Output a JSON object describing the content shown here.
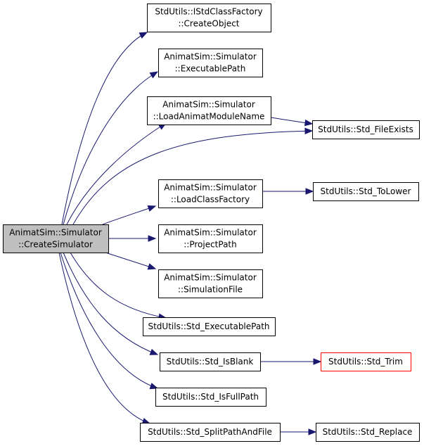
{
  "graph": {
    "edge_color": "#191970",
    "nodes": {
      "root": {
        "lines": [
          "AnimatSim::Simulator",
          "::CreateSimulator"
        ],
        "fill": "#bfbfbf",
        "border": "#000000"
      },
      "createobject": {
        "lines": [
          "StdUtils::IStdClassFactory",
          "::CreateObject"
        ],
        "fill": "#ffffff",
        "border": "#000000"
      },
      "executablepath": {
        "lines": [
          "AnimatSim::Simulator",
          "::ExecutablePath"
        ],
        "fill": "#ffffff",
        "border": "#000000"
      },
      "loadanimatmodulename": {
        "lines": [
          "AnimatSim::Simulator",
          "::LoadAnimatModuleName"
        ],
        "fill": "#ffffff",
        "border": "#000000"
      },
      "fileexists": {
        "lines": [
          "StdUtils::Std_FileExists"
        ],
        "fill": "#ffffff",
        "border": "#000000"
      },
      "loadclassfactory": {
        "lines": [
          "AnimatSim::Simulator",
          "::LoadClassFactory"
        ],
        "fill": "#ffffff",
        "border": "#000000"
      },
      "tolower": {
        "lines": [
          "StdUtils::Std_ToLower"
        ],
        "fill": "#ffffff",
        "border": "#000000"
      },
      "projectpath": {
        "lines": [
          "AnimatSim::Simulator",
          "::ProjectPath"
        ],
        "fill": "#ffffff",
        "border": "#000000"
      },
      "simulationfile": {
        "lines": [
          "AnimatSim::Simulator",
          "::SimulationFile"
        ],
        "fill": "#ffffff",
        "border": "#000000"
      },
      "std_executablepath": {
        "lines": [
          "StdUtils::Std_ExecutablePath"
        ],
        "fill": "#ffffff",
        "border": "#000000"
      },
      "isblank": {
        "lines": [
          "StdUtils::Std_IsBlank"
        ],
        "fill": "#ffffff",
        "border": "#000000"
      },
      "trim": {
        "lines": [
          "StdUtils::Std_Trim"
        ],
        "fill": "#ffffff",
        "border": "#ff0000"
      },
      "isfullpath": {
        "lines": [
          "StdUtils::Std_IsFullPath"
        ],
        "fill": "#ffffff",
        "border": "#000000"
      },
      "splitpathandfile": {
        "lines": [
          "StdUtils::Std_SplitPathAndFile"
        ],
        "fill": "#ffffff",
        "border": "#000000"
      },
      "replace": {
        "lines": [
          "StdUtils::Std_Replace"
        ],
        "fill": "#ffffff",
        "border": "#000000"
      }
    },
    "edges": [
      {
        "from": "root",
        "to": "createobject"
      },
      {
        "from": "root",
        "to": "executablepath"
      },
      {
        "from": "root",
        "to": "loadanimatmodulename"
      },
      {
        "from": "root",
        "to": "fileexists"
      },
      {
        "from": "root",
        "to": "loadclassfactory"
      },
      {
        "from": "root",
        "to": "projectpath"
      },
      {
        "from": "root",
        "to": "simulationfile"
      },
      {
        "from": "root",
        "to": "std_executablepath"
      },
      {
        "from": "root",
        "to": "isblank"
      },
      {
        "from": "root",
        "to": "isfullpath"
      },
      {
        "from": "root",
        "to": "splitpathandfile"
      },
      {
        "from": "loadanimatmodulename",
        "to": "fileexists"
      },
      {
        "from": "loadclassfactory",
        "to": "tolower"
      },
      {
        "from": "isblank",
        "to": "trim"
      },
      {
        "from": "splitpathandfile",
        "to": "replace"
      }
    ]
  }
}
